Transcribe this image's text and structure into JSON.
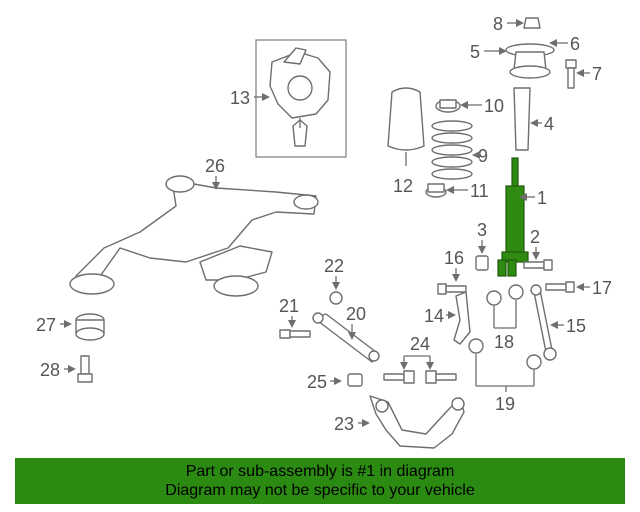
{
  "callouts": {
    "c1": "1",
    "c2": "2",
    "c3": "3",
    "c4": "4",
    "c5": "5",
    "c6": "6",
    "c7": "7",
    "c8": "8",
    "c9": "9",
    "c10": "10",
    "c11": "11",
    "c12": "12",
    "c13": "13",
    "c14": "14",
    "c15": "15",
    "c16": "16",
    "c17": "17",
    "c18": "18",
    "c19": "19",
    "c20": "20",
    "c21": "21",
    "c22": "22",
    "c23": "23",
    "c24": "24",
    "c25": "25",
    "c26": "26",
    "c27": "27",
    "c28": "28"
  },
  "highlighted_part": "1",
  "highlight_color": "#2b8a12",
  "footer": {
    "line1": "Part or sub-assembly is #1 in diagram",
    "line2": "Diagram may not be specific to your vehicle"
  }
}
